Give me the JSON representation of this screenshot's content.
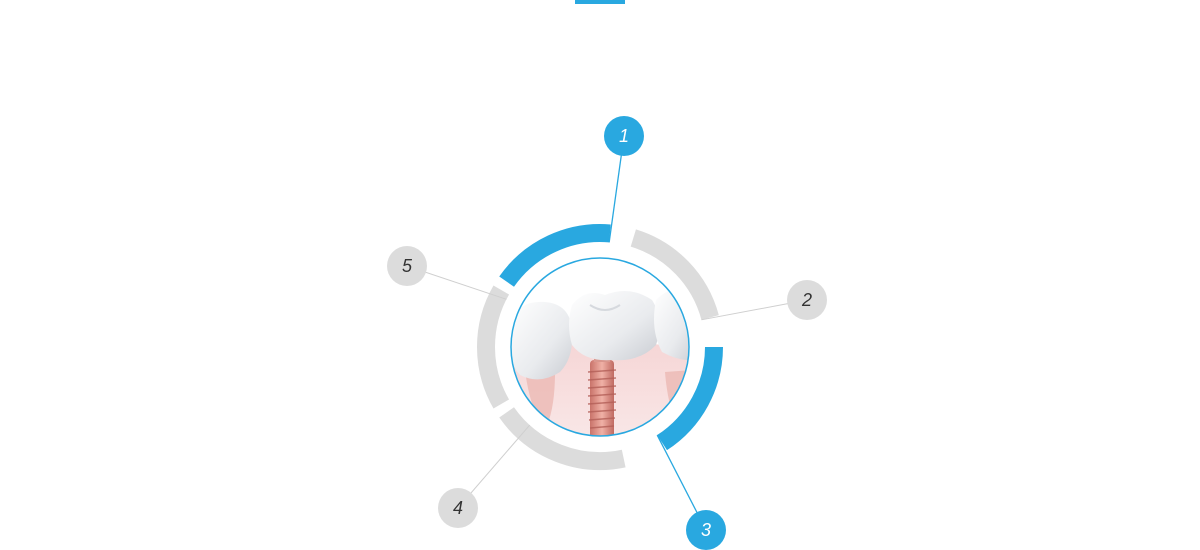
{
  "colors": {
    "active": "#29a8e0",
    "inactive": "#dcdcdc",
    "active_text": "#ffffff",
    "inactive_text": "#333333"
  },
  "illustration": {
    "icon": "dental-implant-icon"
  },
  "steps": [
    {
      "label": "1",
      "active": true
    },
    {
      "label": "2",
      "active": false
    },
    {
      "label": "3",
      "active": true
    },
    {
      "label": "4",
      "active": false
    },
    {
      "label": "5",
      "active": false
    }
  ]
}
